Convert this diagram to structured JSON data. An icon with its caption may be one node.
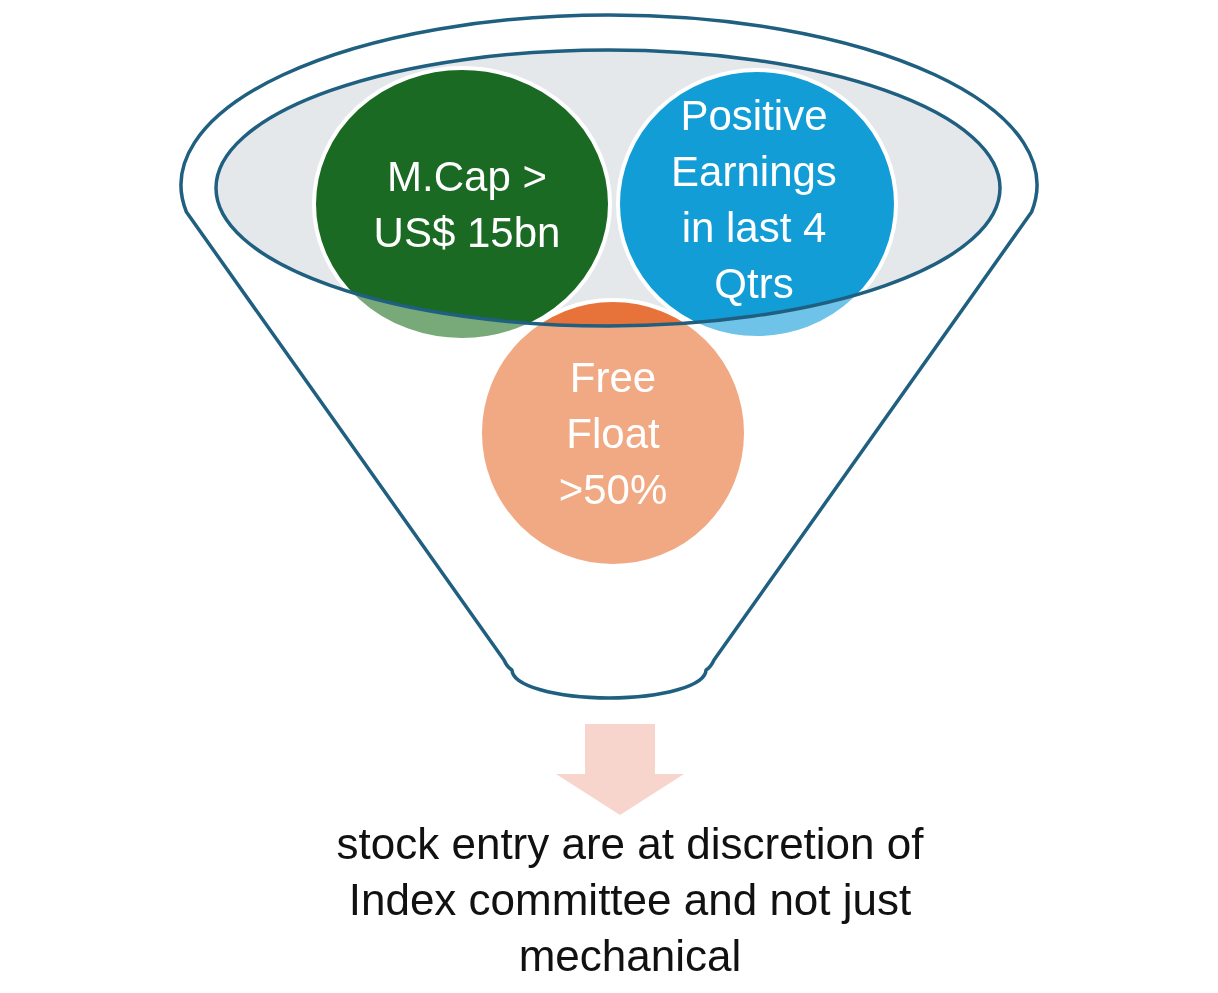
{
  "diagram": {
    "nodes": [
      {
        "text": [],
        "shape": "funnel"
      },
      {
        "text": [
          "M.Cap > US$ 15bn"
        ],
        "in": 0
      },
      {
        "text": [
          "Positive Earnings in last 4 Qtrs"
        ],
        "in": 0
      },
      {
        "text": [
          "Free Float >50%"
        ],
        "in": 0
      },
      {
        "text": [
          "stock entry are at discretion of Index committee and not just mechanical"
        ]
      }
    ],
    "edges": [
      {
        "from": 0,
        "to": 4,
        "arrow": "to",
        "style": "thick"
      }
    ]
  }
}
